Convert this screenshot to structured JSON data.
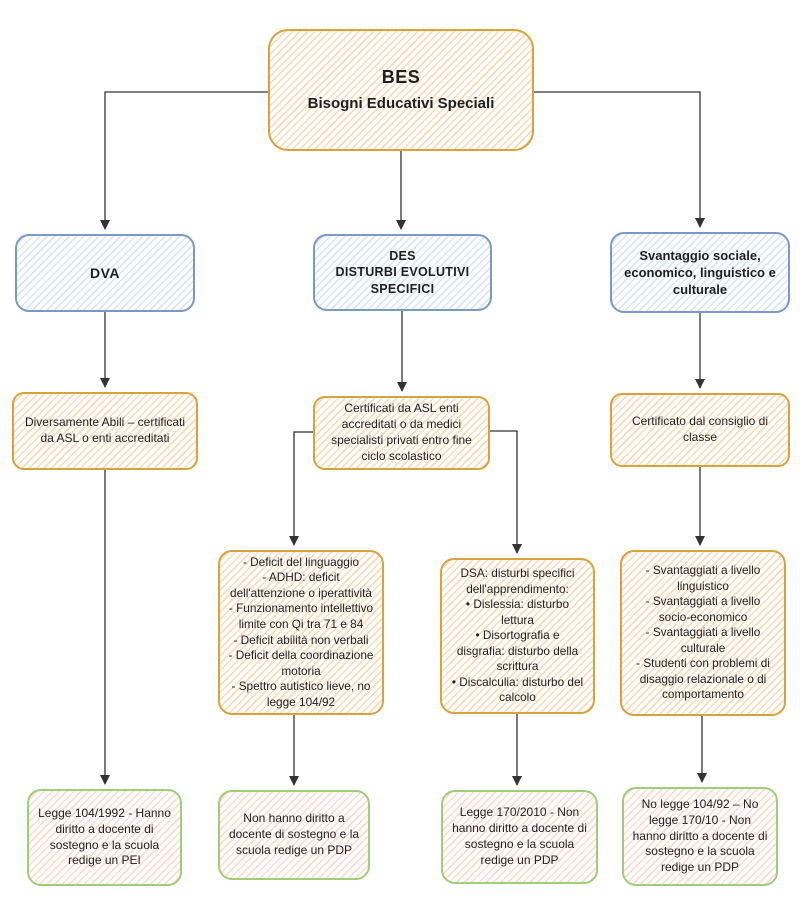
{
  "diagram_title": "BES - Bisogni Educativi Speciali (mappa concettuale)",
  "nodes": {
    "bes": {
      "title": "BES",
      "subtitle": "Bisogni Educativi Speciali"
    },
    "dva": {
      "label": "DVA"
    },
    "des": {
      "label": "DES\nDISTURBI EVOLUTIVI\nSPECIFICI"
    },
    "svantaggio": {
      "label": "Svantaggio sociale, economico, linguistico e culturale"
    },
    "dva_cert": {
      "label": "Diversamente Abili – certificati da ASL o enti accreditati"
    },
    "des_cert": {
      "label": "Certificati da ASL enti accreditati o da medici specialisti privati entro fine ciclo scolastico"
    },
    "svantaggio_cert": {
      "label": "Certificato dal consiglio di classe"
    },
    "des_altri": {
      "label": "- Deficit del linguaggio\n- ADHD: deficit dell'attenzione o iperattività\n- Funzionamento intellettivo limite con Qi tra 71 e 84\n- Deficit abilità non verbali\n- Deficit della coordinazione motoria\n- Spettro autistico lieve, no legge 104/92"
    },
    "dsa": {
      "label": "DSA: disturbi specifici dell'apprendimento:\n• Dislessia: disturbo lettura\n• Disortografia e disgrafia: disturbo della scrittura\n• Discalculia: disturbo del calcolo"
    },
    "svantaggiati": {
      "label": "- Svantaggiati a livello linguistico\n- Svantaggiati a livello socio-economico\n- Svantaggiati a livello culturale\n- Studenti con problemi di disaggio relazionale o di comportamento"
    },
    "outcome_dva": {
      "label": "Legge 104/1992 - Hanno diritto a docente di sostegno e la scuola redige un PEI"
    },
    "outcome_des_altri": {
      "label": "Non hanno diritto a docente di sostegno e la scuola redige un PDP"
    },
    "outcome_dsa": {
      "label": "Legge 170/2010 - Non hanno diritto a docente di sostegno e la scuola redige un PDP"
    },
    "outcome_svantaggio": {
      "label": "No legge 104/92 – No legge 170/10 - Non hanno diritto a docente di sostegno e la scuola redige un PDP"
    }
  },
  "edges": [
    {
      "from": "bes",
      "to": "dva"
    },
    {
      "from": "bes",
      "to": "des"
    },
    {
      "from": "bes",
      "to": "svantaggio"
    },
    {
      "from": "dva",
      "to": "dva_cert"
    },
    {
      "from": "des",
      "to": "des_cert"
    },
    {
      "from": "svantaggio",
      "to": "svantaggio_cert"
    },
    {
      "from": "dva_cert",
      "to": "outcome_dva"
    },
    {
      "from": "des_cert",
      "to": "des_altri"
    },
    {
      "from": "des_cert",
      "to": "dsa"
    },
    {
      "from": "svantaggio_cert",
      "to": "svantaggiati"
    },
    {
      "from": "des_altri",
      "to": "outcome_des_altri"
    },
    {
      "from": "dsa",
      "to": "outcome_dsa"
    },
    {
      "from": "svantaggiati",
      "to": "outcome_svantaggio"
    }
  ],
  "theme": {
    "orange_border": "#D8A33D",
    "blue_border": "#7B99C7",
    "green_border": "#9FCE77",
    "orange_hatch_fill": "#F6DCC0",
    "blue_hatch_fill": "#DDE5F2",
    "pink_hatch_fill": "#F9DDD5",
    "connector_color": "#333333",
    "text_color": "#1F1F1F",
    "background": "#FFFFFF"
  }
}
